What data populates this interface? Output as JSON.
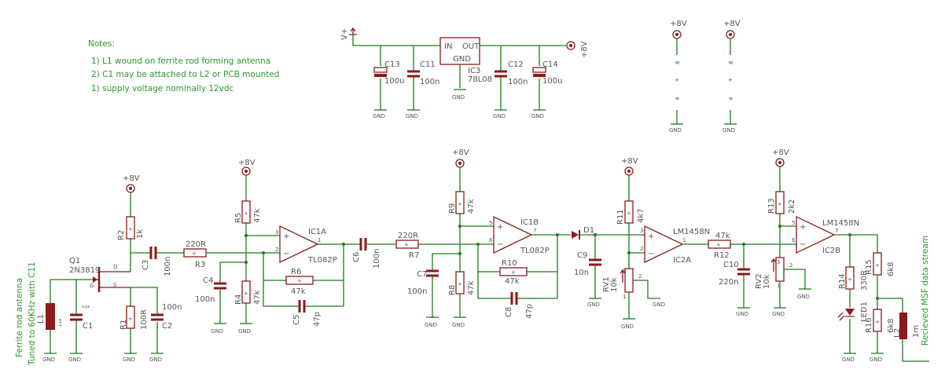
{
  "notes": {
    "title": "Notes:",
    "lines": [
      "1) L1 wound on ferrite rod forming antenna",
      "2) C1 may be attached to L2 or PCB mounted",
      "1) supply voltage nominally 12vdc"
    ]
  },
  "power": {
    "vplus": "V+",
    "p8v_out": "+8V",
    "p8v": "+8V",
    "gnd": "GND",
    "vreg_in": "IN",
    "vreg_out": "OUT",
    "vreg_gnd": "GND",
    "vreg_name": "IC3",
    "vreg_part": "78L08"
  },
  "supply_caps": {
    "c13": "C13",
    "c13v": "100u",
    "c11": "C11",
    "c11v": "100n",
    "c12": "C12",
    "c12v": "100n",
    "c14": "C14",
    "c14v": "100u"
  },
  "ic_power": {
    "pin8": "8",
    "pin4": "4"
  },
  "antenna": {
    "l1": "L1",
    "l1v": "***",
    "c1": "C1",
    "c1v": "***",
    "label1": "Ferrite rod antenna",
    "label2": "Tuned to 60KHz with C11"
  },
  "jfet": {
    "name": "Q1",
    "part": "2N3819",
    "d": "D",
    "g": "G",
    "s": "S"
  },
  "stage1": {
    "r2": "R2",
    "r2v": "1k",
    "r1": "R1",
    "r1v": "100R",
    "c2v": "100n",
    "c2": "C2",
    "c3": "C3",
    "c3v": "100n",
    "r3v": "220R",
    "r3": "R3",
    "r5": "R5",
    "r5v": "47k",
    "c4": "C4",
    "c4v": "100n",
    "r4": "R4",
    "r4v": "47k",
    "ic1a": "IC1A",
    "tl082p": "TL082P",
    "r6": "R6",
    "r6v": "47k",
    "c5": "C5",
    "c5v": "47p",
    "pin3": "3",
    "pin2": "2",
    "pin1": "1"
  },
  "stage2": {
    "c6": "C6",
    "c6v": "100n",
    "r7v": "220R",
    "r7": "R7",
    "c7": "C7",
    "c7v": "100n",
    "r9": "R9",
    "r9v": "47k",
    "r8": "R8",
    "r8v": "47k",
    "ic1b": "IC1B",
    "tl082p": "TL082P",
    "r10": "R10",
    "r10v": "47k",
    "c8": "C8",
    "c8v": "47p",
    "pin5": "5",
    "pin6": "6",
    "pin7": "7"
  },
  "stage3": {
    "d1": "D1",
    "c9": "C9",
    "c9v": "10n",
    "r11": "R11",
    "r11v": "4k7",
    "rv1": "RV1",
    "rv1v": "10k",
    "lm1458n": "LM1458N",
    "ic2a": "IC2A",
    "pin3": "3",
    "pin2": "2",
    "pin1": "1"
  },
  "stage4": {
    "r12v": "47k",
    "r12": "R12",
    "c10": "C10",
    "c10v": "220n",
    "r13": "R13",
    "r13v": "2k2",
    "rv2": "RV2",
    "rv2v": "10k",
    "lm1458n": "LM1458N",
    "ic2b": "IC2B",
    "pin5": "5",
    "pin6": "6",
    "pin7": "7",
    "pot1": "1",
    "pot2": "2",
    "pot3": "3"
  },
  "output": {
    "r14": "R14",
    "r14v": "330R",
    "led1": "LED1",
    "r15": "R15",
    "r15v": "6k8",
    "r16": "R16",
    "r16v": "6k8",
    "l2": "L2",
    "l2v": "1m",
    "label": "Recieved MSF data stream"
  }
}
